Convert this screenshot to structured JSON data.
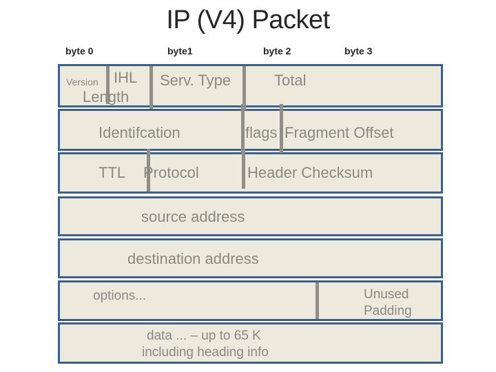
{
  "title": "IP (V4) Packet",
  "byte_labels": [
    "byte 0",
    "byte1",
    "byte 2",
    "byte 3"
  ],
  "colors": {
    "cell_fill": "#edeadd",
    "cell_border": "#3e5f87",
    "divider_gray": "#8f8e87",
    "cell_text": "#8a8a82",
    "heading_text": "#262626"
  },
  "rows": {
    "row1": {
      "version": "Version",
      "ihl": "IHL",
      "length": "Length",
      "serv_type": "Serv. Type",
      "total": "Total"
    },
    "row2": {
      "identification": "Identifcation",
      "flags": "flags",
      "fragment_offset": "Fragment Offset"
    },
    "row3": {
      "ttl": "TTL",
      "protocol": "Protocol",
      "header_checksum": "Header Checksum"
    },
    "row4": {
      "label": "source address"
    },
    "row5": {
      "label": "destination address"
    },
    "row6": {
      "options": "options...",
      "unused_line1": "Unused",
      "unused_line2": "Padding"
    },
    "row7": {
      "line1": "data ...  – up to 65 K",
      "line2": "including heading info"
    }
  }
}
